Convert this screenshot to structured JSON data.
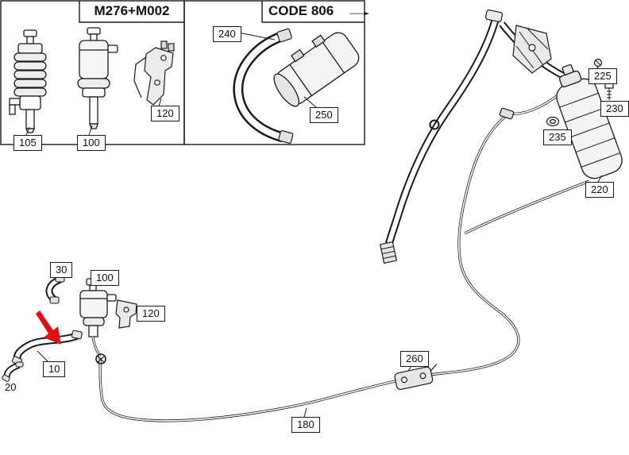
{
  "diagram": {
    "background": "#ffffff",
    "line_color": "#1a1a1a",
    "sections": [
      {
        "title": "M276+M002"
      },
      {
        "title": "CODE 806",
        "arrow_icon": "long-right-arrow",
        "arrow_glyph": "→"
      }
    ],
    "part_labels": [
      {
        "text": "105"
      },
      {
        "text": "100"
      },
      {
        "text": "120"
      },
      {
        "text": "240"
      },
      {
        "text": "250"
      },
      {
        "text": "225"
      },
      {
        "text": "230"
      },
      {
        "text": "235"
      },
      {
        "text": "220"
      },
      {
        "text": "30"
      },
      {
        "text": "100"
      },
      {
        "text": "120"
      },
      {
        "text": "10"
      },
      {
        "text": "20"
      },
      {
        "text": "260"
      },
      {
        "text": "180"
      }
    ],
    "callout_marker": {
      "type": "red-arrow",
      "color": "#e01010",
      "points_to_part": "10"
    }
  }
}
